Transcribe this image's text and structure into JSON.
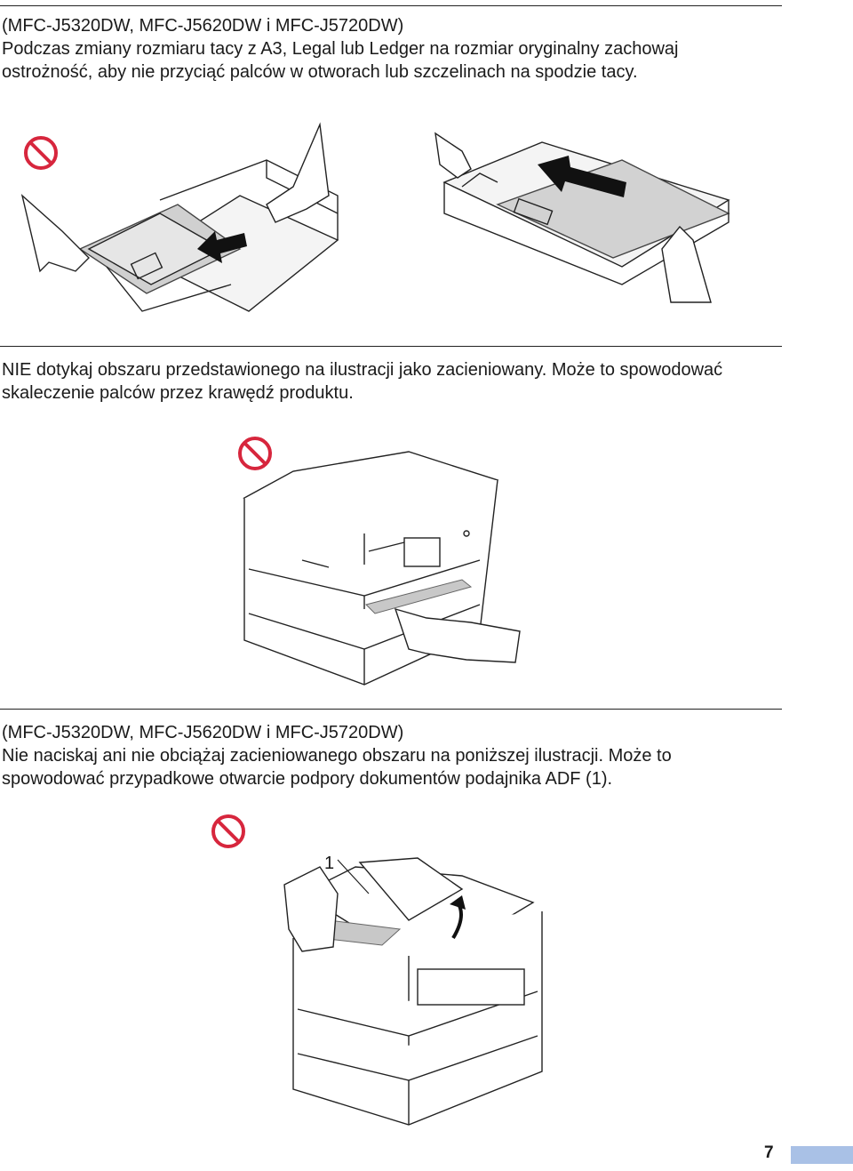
{
  "section1": {
    "models": "(MFC-J5320DW, MFC-J5620DW i MFC-J5720DW)",
    "line1": "Podczas zmiany rozmiaru tacy z A3, Legal lub Ledger na rozmiar oryginalny zachowaj",
    "line2": "ostrożność, aby nie przyciąć palców w otworach lub szczelinach na spodzie tacy."
  },
  "section2": {
    "line1": "NIE dotykaj obszaru przedstawionego na ilustracji jako zacieniowany. Może to spowodować",
    "line2": "skaleczenie palców przez krawędź produktu."
  },
  "section3": {
    "models": "(MFC-J5320DW, MFC-J5620DW i MFC-J5720DW)",
    "line1": "Nie naciskaj ani nie obciążaj zacieniowanego obszaru na poniższej ilustracji. Może to",
    "line2": "spowodować przypadkowe otwarcie podpory dokumentów podajnika ADF (1).",
    "callout": "1"
  },
  "footer": {
    "page_number": "7"
  },
  "colors": {
    "prohibition": "#d7263d",
    "shade": "#c8c8c8",
    "page_tab": "#a9c1e6"
  },
  "icons": [
    "prohibition-icon",
    "arrow-left-icon",
    "arrow-up-icon"
  ]
}
